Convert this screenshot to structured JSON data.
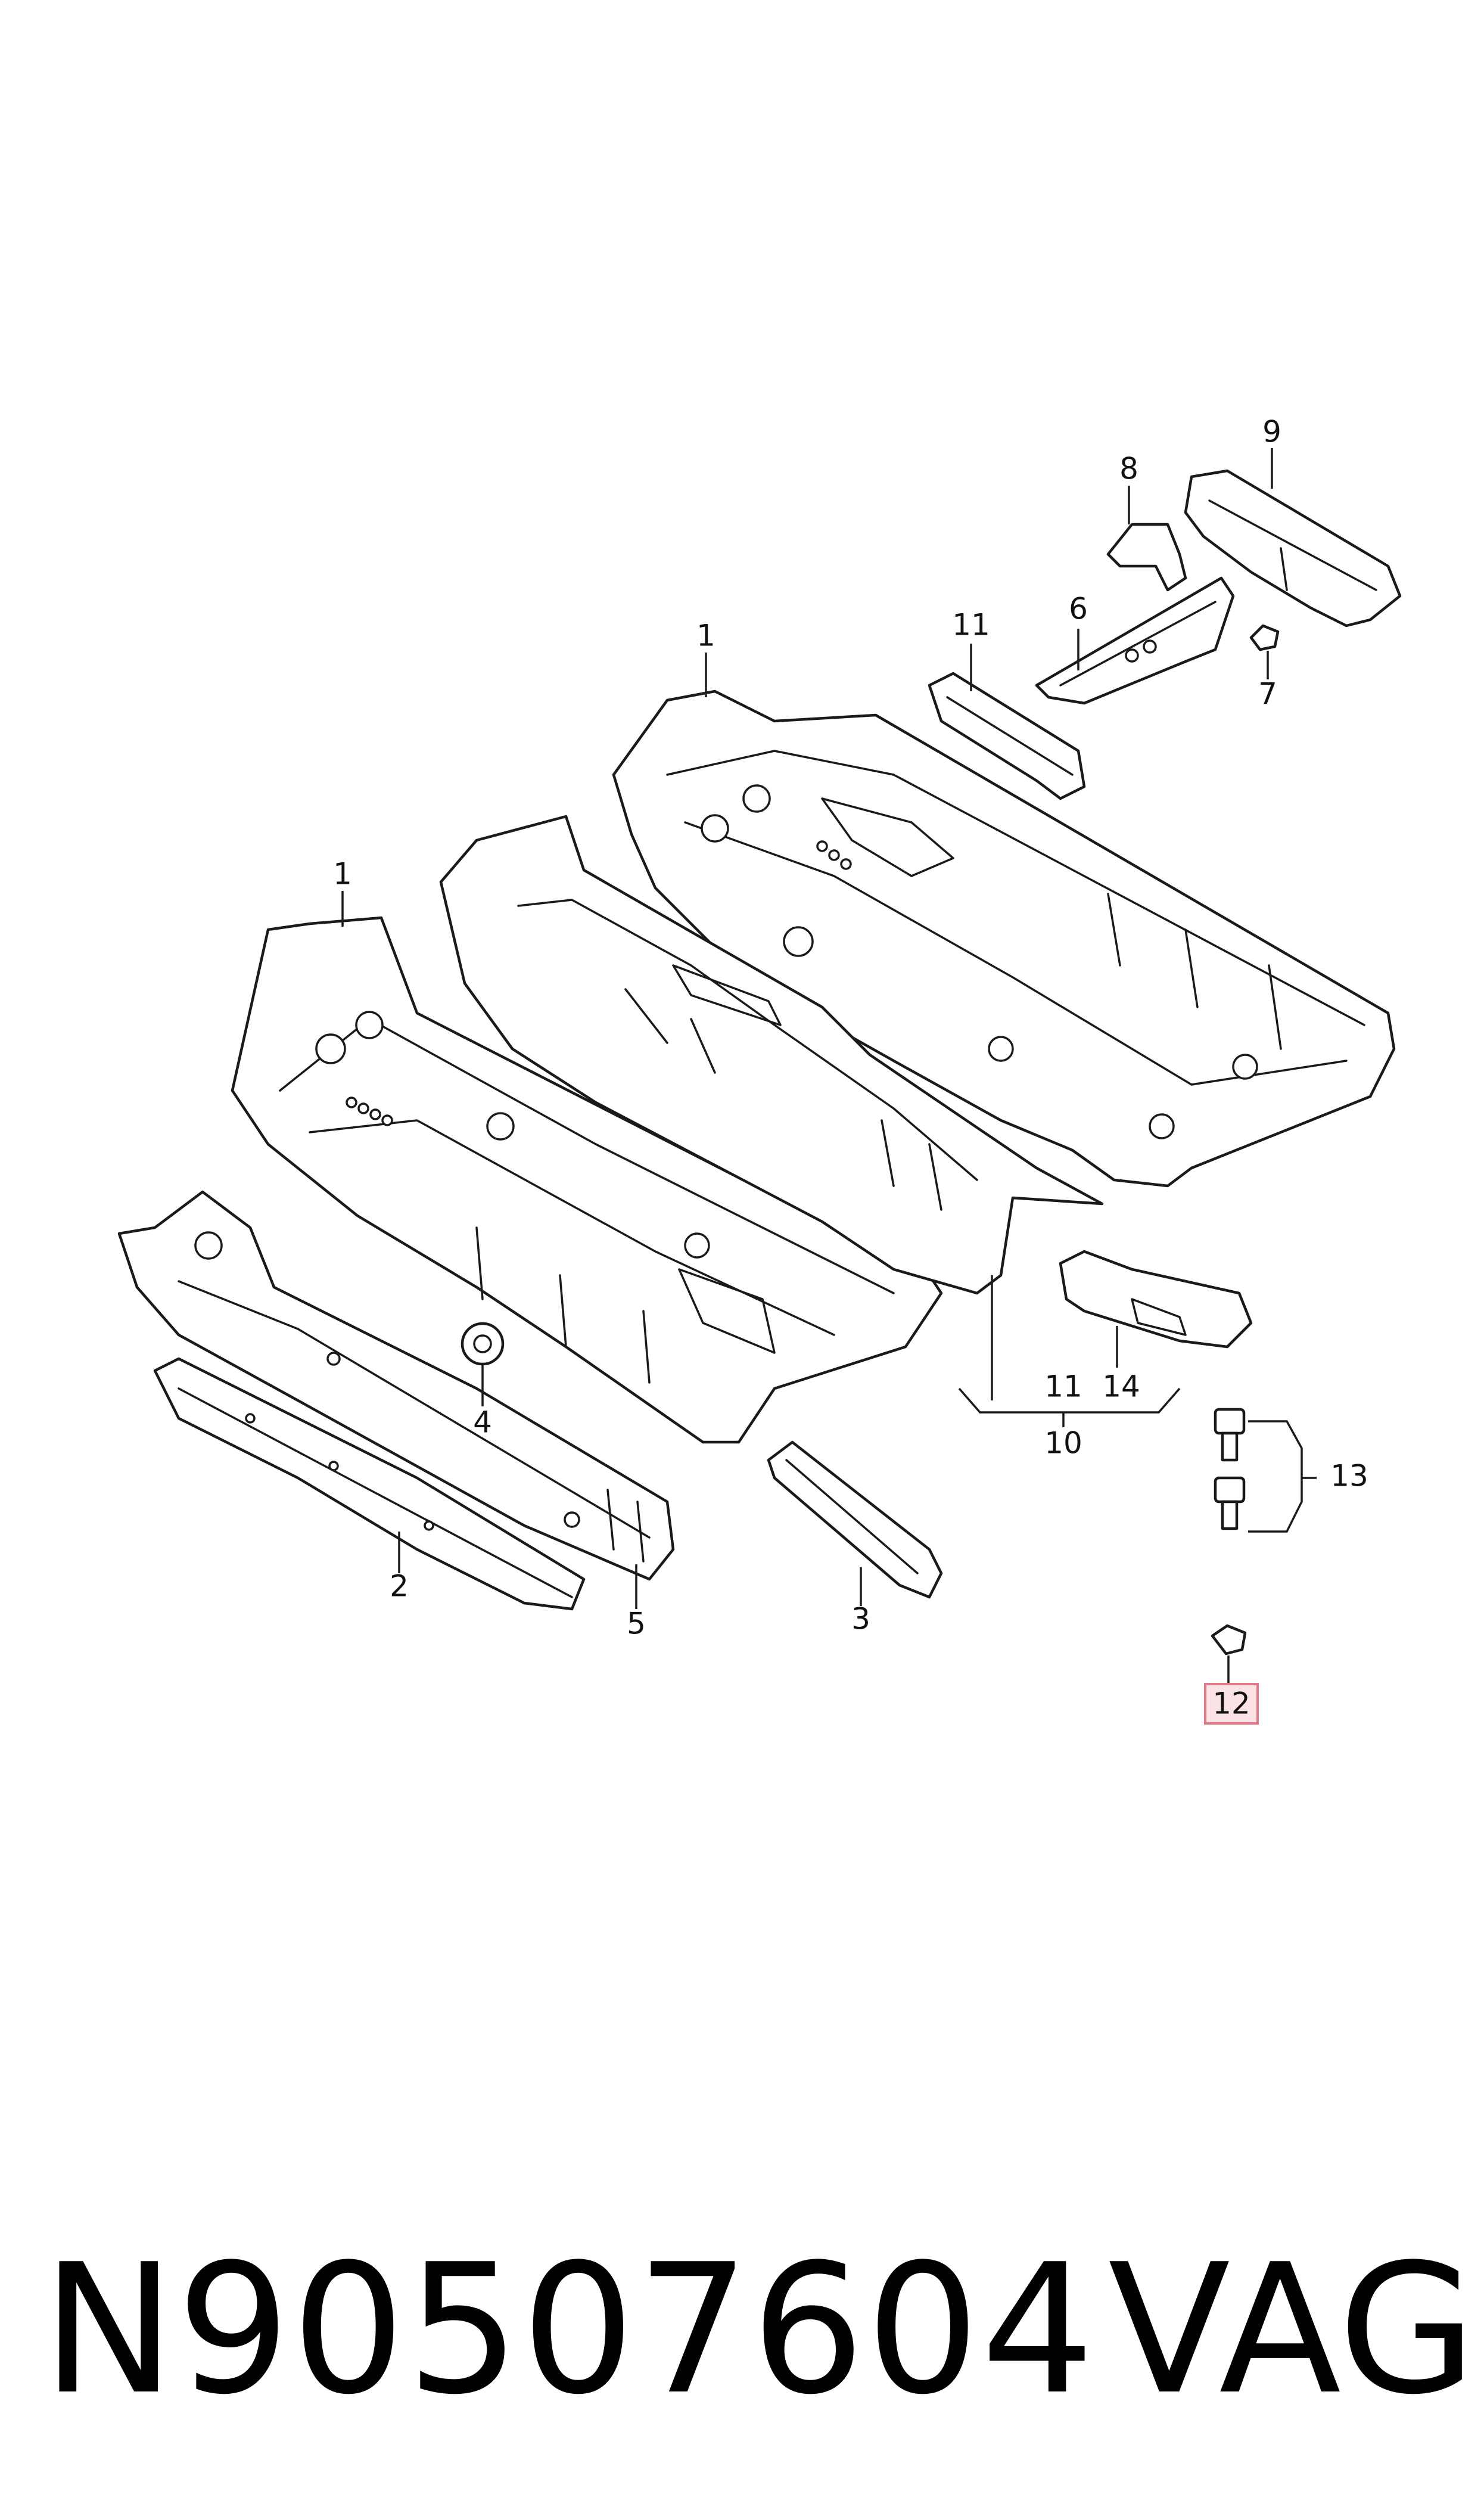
{
  "diagram": {
    "callouts": {
      "c1a": "1",
      "c1b": "1",
      "c2": "2",
      "c3": "3",
      "c4": "4",
      "c5": "5",
      "c6": "6",
      "c7": "7",
      "c8": "8",
      "c9": "9",
      "c10": "10",
      "c11a": "11",
      "c11b": "11",
      "c12": "12",
      "c13": "13",
      "c14": "14"
    },
    "highlighted_callout": "12",
    "highlight_color": "#e07a86"
  },
  "footer": {
    "part_number": "N90507604",
    "brand": "VAG"
  }
}
